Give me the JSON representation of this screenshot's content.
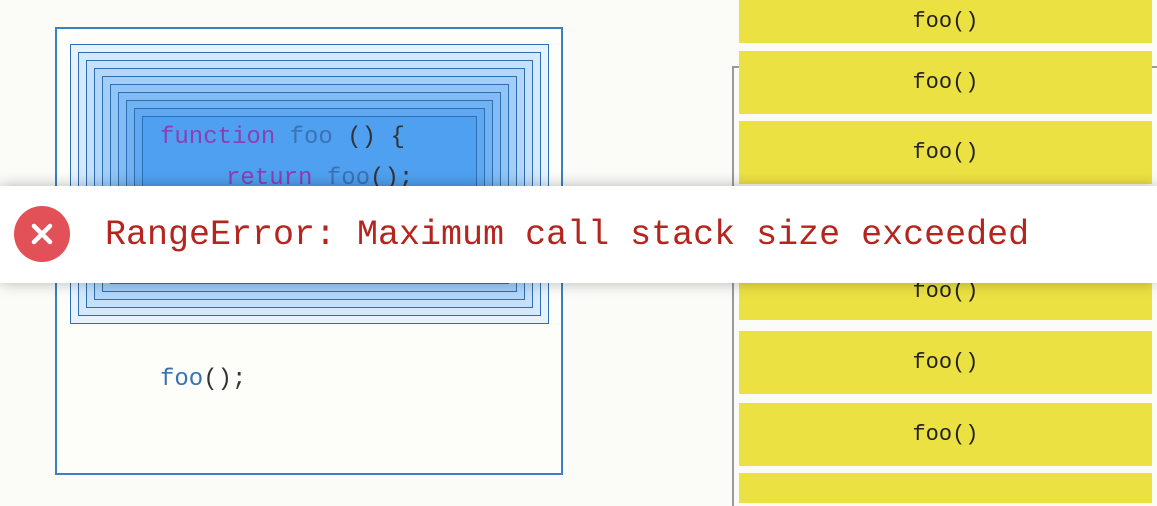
{
  "code": {
    "line1_keyword": "function",
    "line1_name": "foo",
    "line1_rest": " () {",
    "line2_keyword": "return",
    "line2_call": "foo",
    "line2_rest": "();",
    "call_name": "foo",
    "call_rest": "();"
  },
  "stack": {
    "frames": [
      "foo()",
      "foo()",
      "foo()",
      "foo()",
      "foo()",
      "foo()"
    ]
  },
  "error": {
    "message": "RangeError: Maximum call stack size exceeded",
    "icon": "close-x-icon",
    "icon_color": "#e25058",
    "text_color": "#b5251e"
  },
  "colors": {
    "frame_yellow": "#ece142",
    "nested_blue": "#3b7fc4"
  }
}
